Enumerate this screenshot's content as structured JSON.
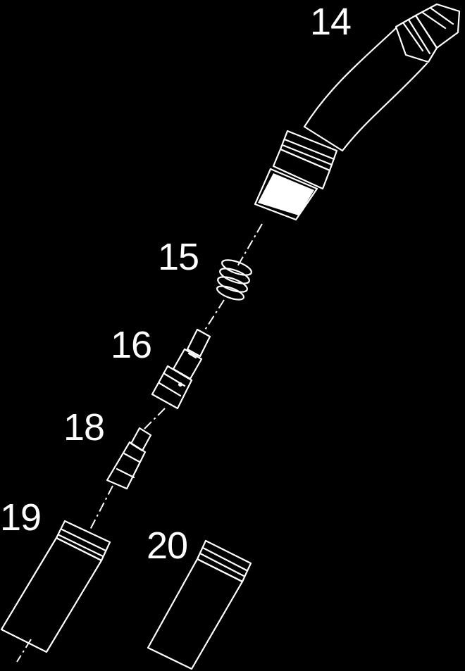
{
  "diagram": {
    "background": "#000000",
    "line_color": "#ffffff",
    "callouts": [
      "14",
      "15",
      "16",
      "18",
      "19",
      "20"
    ]
  }
}
